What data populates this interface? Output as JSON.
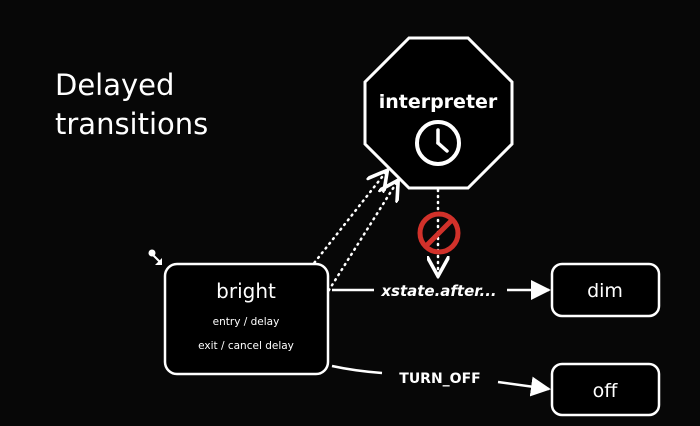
{
  "slide": {
    "title_line1": "Delayed",
    "title_line2": "transitions"
  },
  "diagram": {
    "interpreter_label": "interpreter",
    "states": {
      "bright": {
        "label": "bright",
        "entry_action": "entry / delay",
        "exit_action": "exit / cancel delay"
      },
      "dim": {
        "label": "dim"
      },
      "off": {
        "label": "off"
      }
    },
    "events": {
      "after": "xstate.after...",
      "turn_off": "TURN_OFF"
    },
    "icons": [
      "clock-icon",
      "prohibited-icon",
      "initial-state-marker"
    ],
    "colors": {
      "background": "#070707",
      "foreground": "#ffffff",
      "prohibited": "#d1312a"
    }
  }
}
